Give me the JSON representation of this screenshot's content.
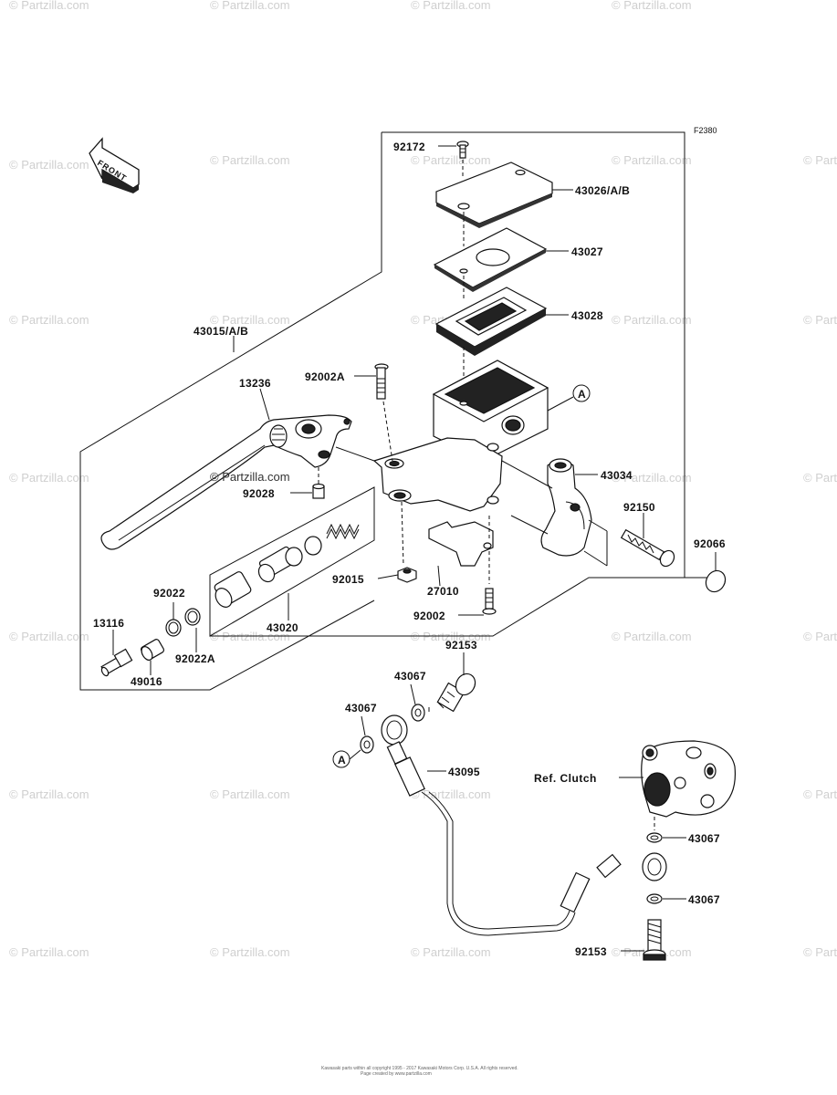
{
  "diagram_code": "F2380",
  "front_arrow": "FRONT",
  "watermark": "© Partzilla.com",
  "watermark_center": "© Partzilla.com",
  "ref_clutch": "Ref. Clutch",
  "circle_ref": "A",
  "parts": {
    "p92172": "92172",
    "p43026": "43026/A/B",
    "p43027": "43027",
    "p43028": "43028",
    "p43015": "43015/A/B",
    "p13236": "13236",
    "p92002A": "92002A",
    "p43034": "43034",
    "p92028": "92028",
    "p92150": "92150",
    "p92066": "92066",
    "p92015": "92015",
    "p27010": "27010",
    "p92002": "92002",
    "p92022": "92022",
    "p43020": "43020",
    "p13116": "13116",
    "p92022A": "92022A",
    "p49016": "49016",
    "p92153a": "92153",
    "p43067a": "43067",
    "p43067b": "43067",
    "p43095": "43095",
    "p43067c": "43067",
    "p43067d": "43067",
    "p92153b": "92153"
  },
  "footer": {
    "line1": "Kawasaki parts within all copyright 1995 - 2017 Kawasaki Motors Corp. U.S.A. All rights reserved.",
    "line2": "Page created by www.partzilla.com"
  }
}
